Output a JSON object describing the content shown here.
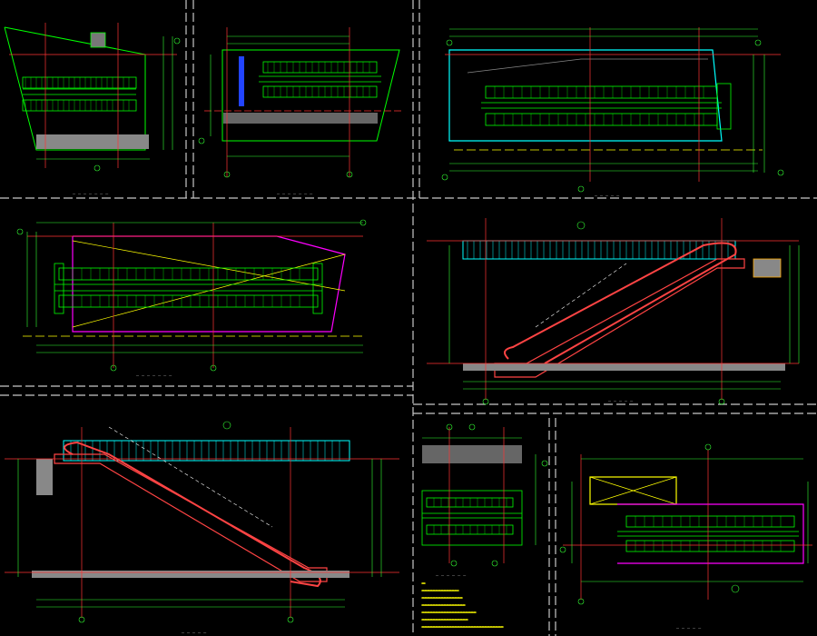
{
  "drawing": {
    "colors": {
      "background": "#000000",
      "frame": "#c8c8c8",
      "escalator": "#00ff00",
      "dimension": "#33ff33",
      "axis": "#ff3333",
      "railing": "#00ffff",
      "truss": "#ff4444",
      "slab": "#888888",
      "pit_outline": "#ff00ff",
      "notes": "#ffff00",
      "yellow_box": "#ffff00"
    },
    "views": [
      {
        "id": "view-1",
        "type": "plan"
      },
      {
        "id": "view-2",
        "type": "plan"
      },
      {
        "id": "view-3",
        "type": "plan"
      },
      {
        "id": "view-4",
        "type": "plan"
      },
      {
        "id": "view-5",
        "type": "section"
      },
      {
        "id": "view-6",
        "type": "section"
      },
      {
        "id": "view-7",
        "type": "plan"
      },
      {
        "id": "view-8",
        "type": "plan"
      }
    ],
    "notes_lines": 6
  }
}
